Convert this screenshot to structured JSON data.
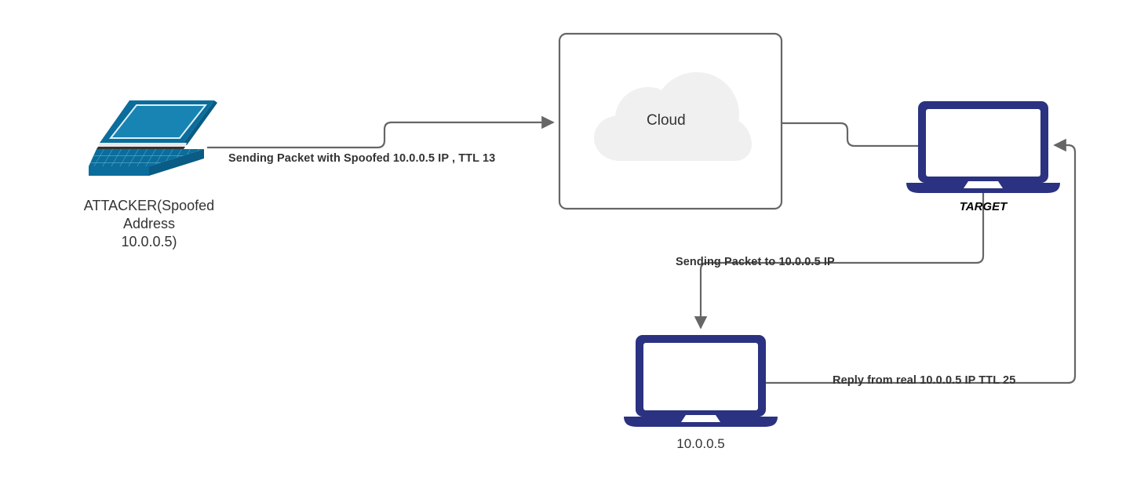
{
  "diagram": {
    "title": "IP Spoofing TTL Reflection Diagram",
    "background": "#ffffff",
    "colors": {
      "attacker_device": "#0b6d9c",
      "attacker_device_dark": "#085c85",
      "attacker_device_light": "#1884b4",
      "target_device": "#2b3281",
      "victim_device": "#2b3281",
      "cloud_fill": "#f0f0f0",
      "cloud_box_border": "#666666",
      "connector": "#666666",
      "label_text": "#333333",
      "target_label_text": "#000000"
    },
    "nodes": [
      {
        "id": "attacker",
        "icon": "laptop-isometric-icon",
        "label": "ATTACKER(Spoofed\nAddress\n10.0.0.5)",
        "label_lines": [
          "ATTACKER(Spoofed",
          "Address",
          "10.0.0.5)"
        ],
        "style": "teal-isometric-laptop"
      },
      {
        "id": "cloud",
        "icon": "cloud-icon",
        "label": "Cloud",
        "style": "gray-cloud-in-rounded-rectangle"
      },
      {
        "id": "target",
        "icon": "laptop-flat-icon",
        "label": "TARGET",
        "style": "navy-flat-laptop-bold-italic-label"
      },
      {
        "id": "victim",
        "icon": "laptop-flat-icon",
        "label": "10.0.0.5",
        "style": "navy-flat-laptop"
      }
    ],
    "edges": [
      {
        "id": "attacker-to-cloud",
        "from": "attacker",
        "to": "cloud",
        "label": "Sending Packet with Spoofed 10.0.0.5 IP , TTL 13",
        "arrowhead": "end"
      },
      {
        "id": "cloud-to-target",
        "from": "cloud",
        "to": "target",
        "label": "",
        "arrowhead": "none"
      },
      {
        "id": "target-to-victim",
        "from": "target",
        "to": "victim",
        "label": "Sending Packet to 10.0.0.5 IP",
        "arrowhead": "end"
      },
      {
        "id": "victim-to-target",
        "from": "victim",
        "to": "target",
        "label": "Reply from real 10.0.0.5 IP TTL 25",
        "arrowhead": "end"
      }
    ]
  }
}
